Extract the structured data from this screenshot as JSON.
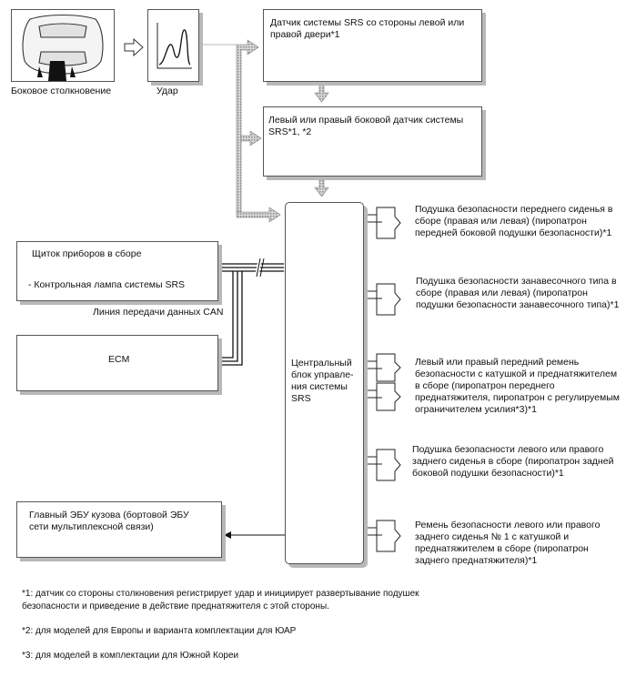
{
  "left_panel": {
    "collision_label": "Боковое столкновение",
    "impact_label": "Удар"
  },
  "sensors": {
    "door_sensor": "Датчик системы SRS со стороны левой или правой двери*1",
    "side_sensor": "Левый или правый боковой датчик системы SRS*1, *2"
  },
  "cluster": {
    "title": "Щиток приборов в сборе",
    "warning_lamp": "- Контрольная лампа системы SRS"
  },
  "can_label": "Линия передачи данных CAN",
  "ecm_label": "ECM",
  "center_unit": "Центральный блок управле-ния системы SRS",
  "body_ecu": "Главный ЭБУ кузова (бортовой ЭБУ сети мультиплексной связи)",
  "outputs": [
    "Подушка безопасности переднего сиденья в сборе (правая или левая) (пиропатрон передней боковой подушки безопасности)*1",
    "Подушка безопасности занавесочного типа в сборе (правая или левая) (пиропатрон подушки безопасности занавесочного типа)*1",
    "Левый или правый передний ремень безопасности с катушкой и преднатяжителем в сборе (пиропатрон переднего преднатяжителя, пиропатрон с регулируемым ограничителем усилия*3)*1",
    "Подушка безопасности левого или правого заднего сиденья в сборе (пиропатрон задней боковой подушки безопасности)*1",
    "Ремень безопасности левого или правого заднего сиденья № 1 с катушкой и преднатяжителем в сборе (пиропатрон заднего преднатяжителя)*1"
  ],
  "notes": [
    "*1: датчик со стороны столкновения регистрирует удар и инициирует развертывание подушек безопасности и приведение в действие преднатяжителя с этой стороны.",
    "*2: для моделей для Европы и варианта комплектации для ЮАР",
    "*3: для моделей в комплектации для Южной Кореи"
  ]
}
